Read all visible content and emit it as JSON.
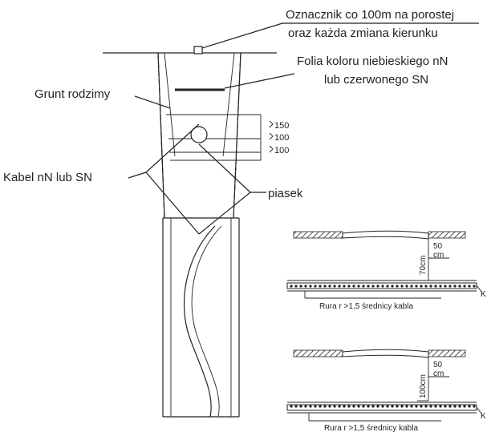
{
  "labels": {
    "marker_line1": "Oznacznik co 100m na porostej",
    "marker_line2": "oraz każda zmiana kierunku",
    "foil_line1": "Folia koloru niebieskiego nN",
    "foil_line2": "lub czerwonego SN",
    "native_soil": "Grunt rodzimy",
    "cable": "Kabel nN lub SN",
    "sand": "piasek"
  },
  "dimensions": [
    "150",
    "100",
    "100"
  ],
  "details": [
    {
      "depth": "70cm",
      "top": "50",
      "top_unit": "cm",
      "pipe": "Rura r >1,5 średnicy kabla",
      "cut_label": "K"
    },
    {
      "depth": "100cm",
      "top": "50",
      "top_unit": "cm",
      "pipe": "Rura r >1,5 średnicy kabla",
      "cut_label": "K"
    }
  ]
}
